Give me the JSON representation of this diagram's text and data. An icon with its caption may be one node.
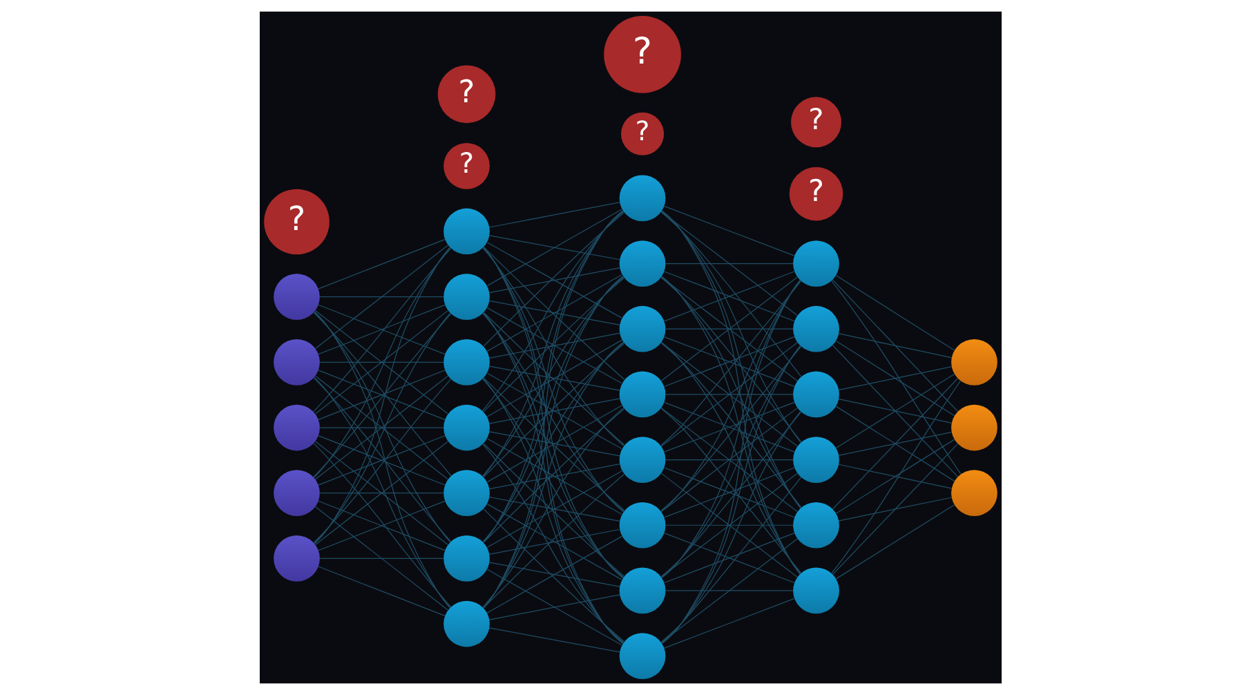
{
  "diagram": {
    "nodes": [
      {
        "text": [],
        "shape": "circle"
      },
      {
        "text": [],
        "shape": "circle"
      },
      {
        "text": [],
        "shape": "circle"
      },
      {
        "text": [],
        "shape": "circle"
      },
      {
        "text": [],
        "shape": "circle"
      },
      {
        "text": [],
        "shape": "circle"
      },
      {
        "text": [],
        "shape": "circle"
      },
      {
        "text": [],
        "shape": "circle"
      },
      {
        "text": [],
        "shape": "circle"
      },
      {
        "text": [],
        "shape": "circle"
      },
      {
        "text": [],
        "shape": "circle"
      },
      {
        "text": [],
        "shape": "circle"
      },
      {
        "text": [],
        "shape": "circle"
      },
      {
        "text": [],
        "shape": "circle"
      },
      {
        "text": [],
        "shape": "circle"
      },
      {
        "text": [],
        "shape": "circle"
      },
      {
        "text": [],
        "shape": "circle"
      },
      {
        "text": [],
        "shape": "circle"
      },
      {
        "text": [],
        "shape": "circle"
      },
      {
        "text": [],
        "shape": "circle"
      },
      {
        "text": [],
        "shape": "circle"
      },
      {
        "text": [],
        "shape": "circle"
      },
      {
        "text": [],
        "shape": "circle"
      },
      {
        "text": [],
        "shape": "circle"
      },
      {
        "text": [],
        "shape": "circle"
      },
      {
        "text": [],
        "shape": "circle"
      },
      {
        "text": [],
        "shape": "circle"
      },
      {
        "text": [],
        "shape": "circle"
      },
      {
        "text": [],
        "shape": "circle"
      },
      {
        "text": [
          "?"
        ]
      },
      {
        "text": [
          "?"
        ]
      },
      {
        "text": [
          "?"
        ]
      },
      {
        "text": [
          "?"
        ]
      },
      {
        "text": [
          "?"
        ]
      },
      {
        "text": [
          "?"
        ]
      },
      {
        "text": [
          "?"
        ]
      }
    ],
    "edges": [
      {
        "from": 0,
        "to": 5,
        "arrow": "none"
      },
      {
        "from": 0,
        "to": 6,
        "arrow": "none"
      },
      {
        "from": 0,
        "to": 7,
        "arrow": "none"
      },
      {
        "from": 0,
        "to": 8,
        "arrow": "none"
      },
      {
        "from": 0,
        "to": 9,
        "arrow": "none"
      },
      {
        "from": 0,
        "to": 10,
        "arrow": "none"
      },
      {
        "from": 0,
        "to": 11,
        "arrow": "none"
      },
      {
        "from": 1,
        "to": 5,
        "arrow": "none"
      },
      {
        "from": 1,
        "to": 6,
        "arrow": "none"
      },
      {
        "from": 1,
        "to": 7,
        "arrow": "none"
      },
      {
        "from": 1,
        "to": 8,
        "arrow": "none"
      },
      {
        "from": 1,
        "to": 9,
        "arrow": "none"
      },
      {
        "from": 1,
        "to": 10,
        "arrow": "none"
      },
      {
        "from": 1,
        "to": 11,
        "arrow": "none"
      },
      {
        "from": 2,
        "to": 5,
        "arrow": "none"
      },
      {
        "from": 2,
        "to": 6,
        "arrow": "none"
      },
      {
        "from": 2,
        "to": 7,
        "arrow": "none"
      },
      {
        "from": 2,
        "to": 8,
        "arrow": "none"
      },
      {
        "from": 2,
        "to": 9,
        "arrow": "none"
      },
      {
        "from": 2,
        "to": 10,
        "arrow": "none"
      },
      {
        "from": 2,
        "to": 11,
        "arrow": "none"
      },
      {
        "from": 3,
        "to": 5,
        "arrow": "none"
      },
      {
        "from": 3,
        "to": 6,
        "arrow": "none"
      },
      {
        "from": 3,
        "to": 7,
        "arrow": "none"
      },
      {
        "from": 3,
        "to": 8,
        "arrow": "none"
      },
      {
        "from": 3,
        "to": 9,
        "arrow": "none"
      },
      {
        "from": 3,
        "to": 10,
        "arrow": "none"
      },
      {
        "from": 3,
        "to": 11,
        "arrow": "none"
      },
      {
        "from": 4,
        "to": 5,
        "arrow": "none"
      },
      {
        "from": 4,
        "to": 6,
        "arrow": "none"
      },
      {
        "from": 4,
        "to": 7,
        "arrow": "none"
      },
      {
        "from": 4,
        "to": 8,
        "arrow": "none"
      },
      {
        "from": 4,
        "to": 9,
        "arrow": "none"
      },
      {
        "from": 4,
        "to": 10,
        "arrow": "none"
      },
      {
        "from": 4,
        "to": 11,
        "arrow": "none"
      },
      {
        "from": 5,
        "to": 12,
        "arrow": "none"
      },
      {
        "from": 5,
        "to": 13,
        "arrow": "none"
      },
      {
        "from": 5,
        "to": 14,
        "arrow": "none"
      },
      {
        "from": 5,
        "to": 15,
        "arrow": "none"
      },
      {
        "from": 5,
        "to": 16,
        "arrow": "none"
      },
      {
        "from": 5,
        "to": 17,
        "arrow": "none"
      },
      {
        "from": 5,
        "to": 18,
        "arrow": "none"
      },
      {
        "from": 5,
        "to": 19,
        "arrow": "none"
      },
      {
        "from": 6,
        "to": 12,
        "arrow": "none"
      },
      {
        "from": 6,
        "to": 13,
        "arrow": "none"
      },
      {
        "from": 6,
        "to": 14,
        "arrow": "none"
      },
      {
        "from": 6,
        "to": 15,
        "arrow": "none"
      },
      {
        "from": 6,
        "to": 16,
        "arrow": "none"
      },
      {
        "from": 6,
        "to": 17,
        "arrow": "none"
      },
      {
        "from": 6,
        "to": 18,
        "arrow": "none"
      },
      {
        "from": 6,
        "to": 19,
        "arrow": "none"
      },
      {
        "from": 7,
        "to": 12,
        "arrow": "none"
      },
      {
        "from": 7,
        "to": 13,
        "arrow": "none"
      },
      {
        "from": 7,
        "to": 14,
        "arrow": "none"
      },
      {
        "from": 7,
        "to": 15,
        "arrow": "none"
      },
      {
        "from": 7,
        "to": 16,
        "arrow": "none"
      },
      {
        "from": 7,
        "to": 17,
        "arrow": "none"
      },
      {
        "from": 7,
        "to": 18,
        "arrow": "none"
      },
      {
        "from": 7,
        "to": 19,
        "arrow": "none"
      },
      {
        "from": 8,
        "to": 12,
        "arrow": "none"
      },
      {
        "from": 8,
        "to": 13,
        "arrow": "none"
      },
      {
        "from": 8,
        "to": 14,
        "arrow": "none"
      },
      {
        "from": 8,
        "to": 15,
        "arrow": "none"
      },
      {
        "from": 8,
        "to": 16,
        "arrow": "none"
      },
      {
        "from": 8,
        "to": 17,
        "arrow": "none"
      },
      {
        "from": 8,
        "to": 18,
        "arrow": "none"
      },
      {
        "from": 8,
        "to": 19,
        "arrow": "none"
      },
      {
        "from": 9,
        "to": 12,
        "arrow": "none"
      },
      {
        "from": 9,
        "to": 13,
        "arrow": "none"
      },
      {
        "from": 9,
        "to": 14,
        "arrow": "none"
      },
      {
        "from": 9,
        "to": 15,
        "arrow": "none"
      },
      {
        "from": 9,
        "to": 16,
        "arrow": "none"
      },
      {
        "from": 9,
        "to": 17,
        "arrow": "none"
      },
      {
        "from": 9,
        "to": 18,
        "arrow": "none"
      },
      {
        "from": 9,
        "to": 19,
        "arrow": "none"
      },
      {
        "from": 10,
        "to": 12,
        "arrow": "none"
      },
      {
        "from": 10,
        "to": 13,
        "arrow": "none"
      },
      {
        "from": 10,
        "to": 14,
        "arrow": "none"
      },
      {
        "from": 10,
        "to": 15,
        "arrow": "none"
      },
      {
        "from": 10,
        "to": 16,
        "arrow": "none"
      },
      {
        "from": 10,
        "to": 17,
        "arrow": "none"
      },
      {
        "from": 10,
        "to": 18,
        "arrow": "none"
      },
      {
        "from": 10,
        "to": 19,
        "arrow": "none"
      },
      {
        "from": 11,
        "to": 12,
        "arrow": "none"
      },
      {
        "from": 11,
        "to": 13,
        "arrow": "none"
      },
      {
        "from": 11,
        "to": 14,
        "arrow": "none"
      },
      {
        "from": 11,
        "to": 15,
        "arrow": "none"
      },
      {
        "from": 11,
        "to": 16,
        "arrow": "none"
      },
      {
        "from": 11,
        "to": 17,
        "arrow": "none"
      },
      {
        "from": 11,
        "to": 18,
        "arrow": "none"
      },
      {
        "from": 11,
        "to": 19,
        "arrow": "none"
      },
      {
        "from": 12,
        "to": 20,
        "arrow": "none"
      },
      {
        "from": 12,
        "to": 21,
        "arrow": "none"
      },
      {
        "from": 12,
        "to": 22,
        "arrow": "none"
      },
      {
        "from": 12,
        "to": 23,
        "arrow": "none"
      },
      {
        "from": 12,
        "to": 24,
        "arrow": "none"
      },
      {
        "from": 12,
        "to": 25,
        "arrow": "none"
      },
      {
        "from": 13,
        "to": 20,
        "arrow": "none"
      },
      {
        "from": 13,
        "to": 21,
        "arrow": "none"
      },
      {
        "from": 13,
        "to": 22,
        "arrow": "none"
      },
      {
        "from": 13,
        "to": 23,
        "arrow": "none"
      },
      {
        "from": 13,
        "to": 24,
        "arrow": "none"
      },
      {
        "from": 13,
        "to": 25,
        "arrow": "none"
      },
      {
        "from": 14,
        "to": 20,
        "arrow": "none"
      },
      {
        "from": 14,
        "to": 21,
        "arrow": "none"
      },
      {
        "from": 14,
        "to": 22,
        "arrow": "none"
      },
      {
        "from": 14,
        "to": 23,
        "arrow": "none"
      },
      {
        "from": 14,
        "to": 24,
        "arrow": "none"
      },
      {
        "from": 14,
        "to": 25,
        "arrow": "none"
      },
      {
        "from": 15,
        "to": 20,
        "arrow": "none"
      },
      {
        "from": 15,
        "to": 21,
        "arrow": "none"
      },
      {
        "from": 15,
        "to": 22,
        "arrow": "none"
      },
      {
        "from": 15,
        "to": 23,
        "arrow": "none"
      },
      {
        "from": 15,
        "to": 24,
        "arrow": "none"
      },
      {
        "from": 15,
        "to": 25,
        "arrow": "none"
      },
      {
        "from": 16,
        "to": 20,
        "arrow": "none"
      },
      {
        "from": 16,
        "to": 21,
        "arrow": "none"
      },
      {
        "from": 16,
        "to": 22,
        "arrow": "none"
      },
      {
        "from": 16,
        "to": 23,
        "arrow": "none"
      },
      {
        "from": 16,
        "to": 24,
        "arrow": "none"
      },
      {
        "from": 16,
        "to": 25,
        "arrow": "none"
      },
      {
        "from": 17,
        "to": 20,
        "arrow": "none"
      },
      {
        "from": 17,
        "to": 21,
        "arrow": "none"
      },
      {
        "from": 17,
        "to": 22,
        "arrow": "none"
      },
      {
        "from": 17,
        "to": 23,
        "arrow": "none"
      },
      {
        "from": 17,
        "to": 24,
        "arrow": "none"
      },
      {
        "from": 17,
        "to": 25,
        "arrow": "none"
      },
      {
        "from": 18,
        "to": 20,
        "arrow": "none"
      },
      {
        "from": 18,
        "to": 21,
        "arrow": "none"
      },
      {
        "from": 18,
        "to": 22,
        "arrow": "none"
      },
      {
        "from": 18,
        "to": 23,
        "arrow": "none"
      },
      {
        "from": 18,
        "to": 24,
        "arrow": "none"
      },
      {
        "from": 18,
        "to": 25,
        "arrow": "none"
      },
      {
        "from": 19,
        "to": 20,
        "arrow": "none"
      },
      {
        "from": 19,
        "to": 21,
        "arrow": "none"
      },
      {
        "from": 19,
        "to": 22,
        "arrow": "none"
      },
      {
        "from": 19,
        "to": 23,
        "arrow": "none"
      },
      {
        "from": 19,
        "to": 24,
        "arrow": "none"
      },
      {
        "from": 19,
        "to": 25,
        "arrow": "none"
      },
      {
        "from": 20,
        "to": 26,
        "arrow": "none"
      },
      {
        "from": 20,
        "to": 27,
        "arrow": "none"
      },
      {
        "from": 20,
        "to": 28,
        "arrow": "none"
      },
      {
        "from": 21,
        "to": 26,
        "arrow": "none"
      },
      {
        "from": 21,
        "to": 27,
        "arrow": "none"
      },
      {
        "from": 21,
        "to": 28,
        "arrow": "none"
      },
      {
        "from": 22,
        "to": 26,
        "arrow": "none"
      },
      {
        "from": 22,
        "to": 27,
        "arrow": "none"
      },
      {
        "from": 22,
        "to": 28,
        "arrow": "none"
      },
      {
        "from": 23,
        "to": 26,
        "arrow": "none"
      },
      {
        "from": 23,
        "to": 27,
        "arrow": "none"
      },
      {
        "from": 23,
        "to": 28,
        "arrow": "none"
      },
      {
        "from": 24,
        "to": 26,
        "arrow": "none"
      },
      {
        "from": 24,
        "to": 27,
        "arrow": "none"
      },
      {
        "from": 24,
        "to": 28,
        "arrow": "none"
      },
      {
        "from": 25,
        "to": 26,
        "arrow": "none"
      },
      {
        "from": 25,
        "to": 27,
        "arrow": "none"
      },
      {
        "from": 25,
        "to": 28,
        "arrow": "none"
      }
    ]
  }
}
